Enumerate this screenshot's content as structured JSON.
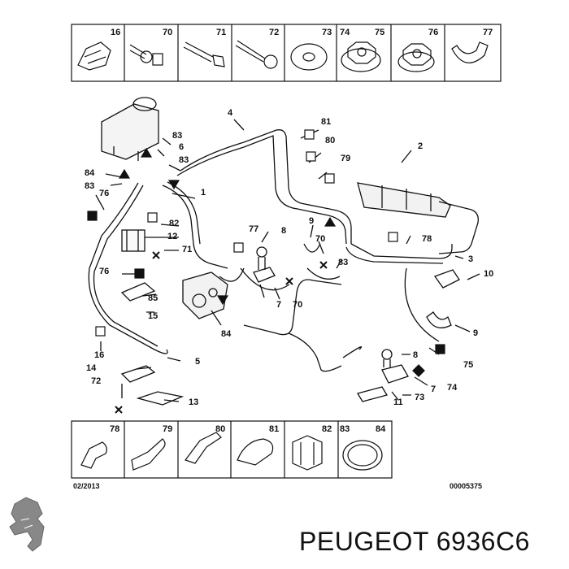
{
  "top_row": [
    "16",
    "70",
    "71",
    "72",
    "73",
    "74",
    "75",
    "76",
    "77"
  ],
  "bottom_row": [
    "78",
    "79",
    "80",
    "81",
    "82",
    "83",
    "84"
  ],
  "callouts": {
    "c4": "4",
    "c81": "81",
    "c80": "80",
    "c79": "79",
    "c2": "2",
    "c83a": "83",
    "c6": "6",
    "c83b": "83",
    "c84a": "84",
    "c83c": "83",
    "c76a": "76",
    "c1": "1",
    "c82": "82",
    "c12": "12",
    "c71": "71",
    "c77": "77",
    "c8a": "8",
    "c9a": "9",
    "c70a": "70",
    "c83d": "83",
    "c78": "78",
    "c3": "3",
    "c76b": "76",
    "c85": "85",
    "c15": "15",
    "c7a": "7",
    "c70b": "70",
    "c84b": "84",
    "c10": "10",
    "c9b": "9",
    "c16": "16",
    "c5": "5",
    "c14": "14",
    "c72": "72",
    "c13": "13",
    "c75": "75",
    "c8b": "8",
    "c74": "74",
    "c7b": "7",
    "c73": "73",
    "c11": "11"
  },
  "date_code": "02/2013",
  "ref_code": "00005375",
  "brand_text": "PEUGEOT 6936C6",
  "icons": [
    "peugeot-lion-logo",
    "hose-line",
    "clip-icon"
  ]
}
